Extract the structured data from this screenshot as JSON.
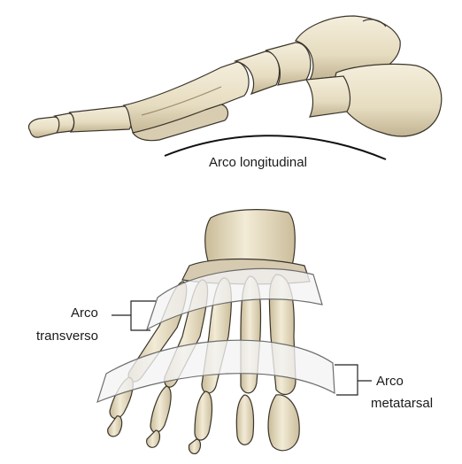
{
  "labels": {
    "longitudinal": "Arco longitudinal",
    "transverse_line1": "Arco",
    "transverse_line2": "transverso",
    "metatarsal_line1": "Arco",
    "metatarsal_line2": "metatarsal"
  },
  "colors": {
    "bone": "#ebe3cc",
    "bone_shadow": "#b9ab8a",
    "outline": "#3a352b",
    "arch_band": "#f4f4f4",
    "arch_band_stroke": "#6d6d6d",
    "curve": "#111111"
  }
}
